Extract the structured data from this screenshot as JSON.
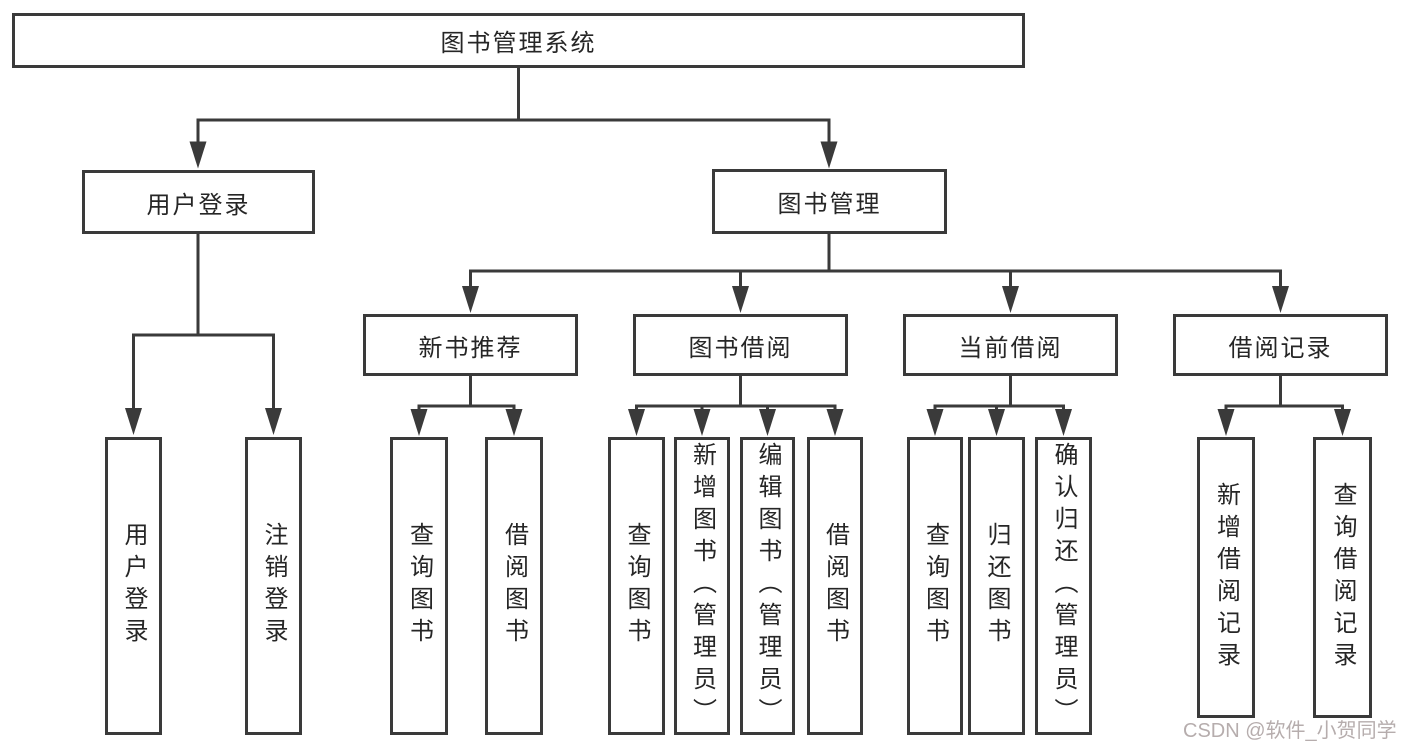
{
  "diagram": {
    "type": "hierarchy-tree",
    "colors": {
      "line": "#3a3a3a",
      "text": "#262626",
      "background": "#ffffff",
      "watermark": "#b6adad"
    },
    "nodes": {
      "root": {
        "label": "图书管理系统"
      },
      "userLogin": {
        "label": "用户登录"
      },
      "bookMgmt": {
        "label": "图书管理"
      },
      "newBook": {
        "label": "新书推荐"
      },
      "bookBorrow": {
        "label": "图书借阅"
      },
      "currentBorrow": {
        "label": "当前借阅"
      },
      "borrowRecord": {
        "label": "借阅记录"
      },
      "login": {
        "label": "用户登录"
      },
      "logout": {
        "label": "注销登录"
      },
      "nbQuery": {
        "label": "查询图书"
      },
      "nbBorrow": {
        "label": "借阅图书"
      },
      "bbQuery": {
        "label": "查询图书"
      },
      "bbAdd": {
        "label": "新增图书（管理员）"
      },
      "bbEdit": {
        "label": "编辑图书（管理员）"
      },
      "bbBorrow": {
        "label": "借阅图书"
      },
      "cbQuery": {
        "label": "查询图书"
      },
      "cbReturn": {
        "label": "归还图书"
      },
      "cbConfirm": {
        "label": "确认归还（管理员）"
      },
      "brAdd": {
        "label": "新增借阅记录"
      },
      "brQuery": {
        "label": "查询借阅记录"
      }
    },
    "hierarchy": {
      "图书管理系统": [
        "用户登录",
        "图书管理"
      ],
      "用户登录": [
        "用户登录",
        "注销登录"
      ],
      "图书管理": [
        "新书推荐",
        "图书借阅",
        "当前借阅",
        "借阅记录"
      ],
      "新书推荐": [
        "查询图书",
        "借阅图书"
      ],
      "图书借阅": [
        "查询图书",
        "新增图书（管理员）",
        "编辑图书（管理员）",
        "借阅图书"
      ],
      "当前借阅": [
        "查询图书",
        "归还图书",
        "确认归还（管理员）"
      ],
      "借阅记录": [
        "新增借阅记录",
        "查询借阅记录"
      ]
    },
    "watermark": "CSDN @软件_小贺同学"
  }
}
